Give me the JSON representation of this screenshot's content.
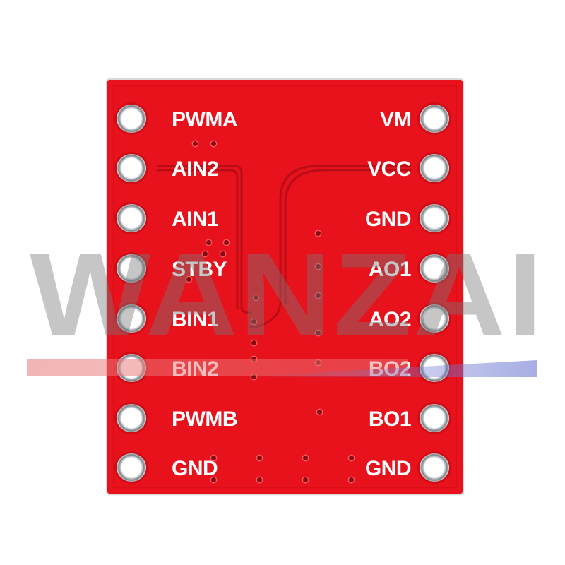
{
  "image": {
    "subject": "TB6612FNG dual motor driver breakout board (red PCB, bottom silkscreen)",
    "board_color": "#e8121d",
    "background_color": "#ffffff"
  },
  "pins": {
    "left": [
      {
        "label": "PWMA"
      },
      {
        "label": "AIN2"
      },
      {
        "label": "AIN1"
      },
      {
        "label": "STBY"
      },
      {
        "label": "BIN1"
      },
      {
        "label": "BIN2"
      },
      {
        "label": "PWMB"
      },
      {
        "label": "GND"
      }
    ],
    "right": [
      {
        "label": "VM"
      },
      {
        "label": "VCC"
      },
      {
        "label": "GND"
      },
      {
        "label": "AO1"
      },
      {
        "label": "AO2"
      },
      {
        "label": "BO2"
      },
      {
        "label": "BO1"
      },
      {
        "label": "GND"
      }
    ]
  },
  "watermark": {
    "text": "WANZAI",
    "color": "#9a9a9a"
  }
}
